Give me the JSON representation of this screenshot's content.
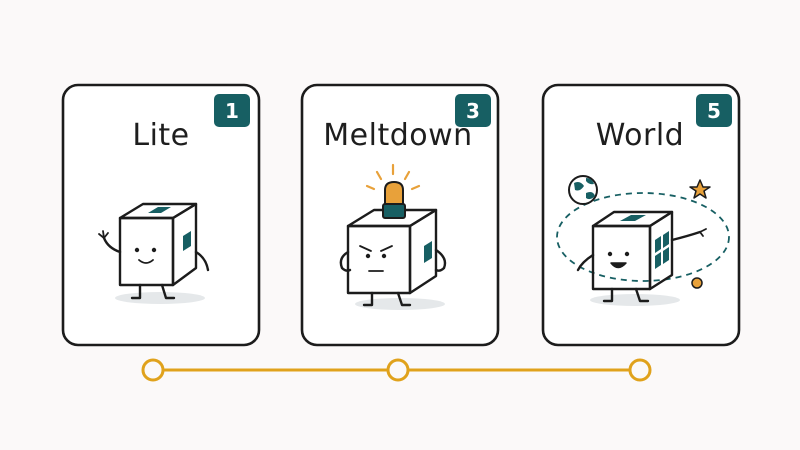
{
  "cards": [
    {
      "title": "Lite",
      "badge": "1"
    },
    {
      "title": "Meltdown",
      "badge": "3"
    },
    {
      "title": "World",
      "badge": "5"
    }
  ],
  "colors": {
    "background": "#fbf9f9",
    "card_fill": "#ffffff",
    "ink": "#1c1c1c",
    "badge": "#175f63",
    "cube_window": "#175f63",
    "timeline": "#e0a21c",
    "alarm": "#e8a13a"
  },
  "timeline": {
    "node_count": 3
  }
}
